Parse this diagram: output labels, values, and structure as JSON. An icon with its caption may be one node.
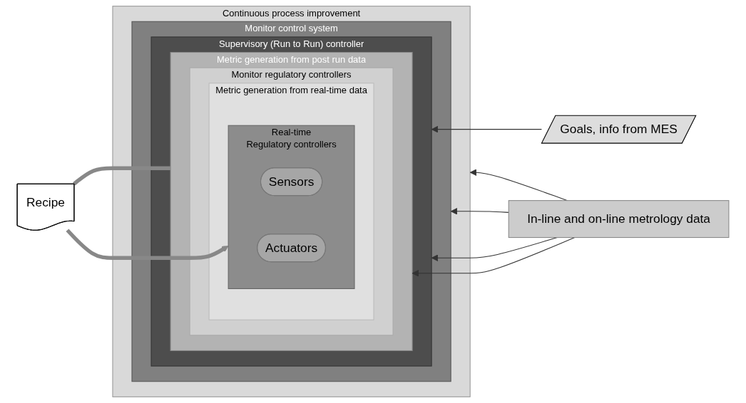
{
  "diagram": {
    "nodes": [
      {
        "text": [
          "Continuous process improvement"
        ]
      },
      {
        "text": [
          "Monitor control system"
        ],
        "in": 0
      },
      {
        "text": [
          "Supervisory (Run to Run) controller"
        ],
        "in": 1
      },
      {
        "text": [
          "Metric generation from post run data"
        ],
        "in": 2
      },
      {
        "text": [
          "Monitor regulatory controllers"
        ],
        "in": 3
      },
      {
        "text": [
          "Metric generation from real-time data"
        ],
        "in": 4
      },
      {
        "text": [
          "Real-time",
          "Regulatory controllers"
        ],
        "in": 5
      },
      {
        "text": [
          "Sensors"
        ],
        "in": 6
      },
      {
        "text": [
          "Actuators"
        ],
        "in": 6
      },
      {
        "text": [
          "Recipe"
        ]
      },
      {
        "text": [
          "Goals, info from MES"
        ]
      },
      {
        "text": [
          "In-line and on-line metrology data"
        ]
      }
    ],
    "edges": [
      {
        "from": 3,
        "to": 9,
        "arrow": "none",
        "style": "thick"
      },
      {
        "from": 9,
        "to": 6,
        "arrow": "to",
        "style": "thick"
      },
      {
        "from": 10,
        "to": 2,
        "arrow": "to"
      },
      {
        "from": 11,
        "to": 0,
        "arrow": "to"
      },
      {
        "from": 11,
        "to": 1,
        "arrow": "to"
      },
      {
        "from": 11,
        "to": 2,
        "arrow": "to"
      },
      {
        "from": 11,
        "to": 3,
        "arrow": "to"
      }
    ]
  }
}
